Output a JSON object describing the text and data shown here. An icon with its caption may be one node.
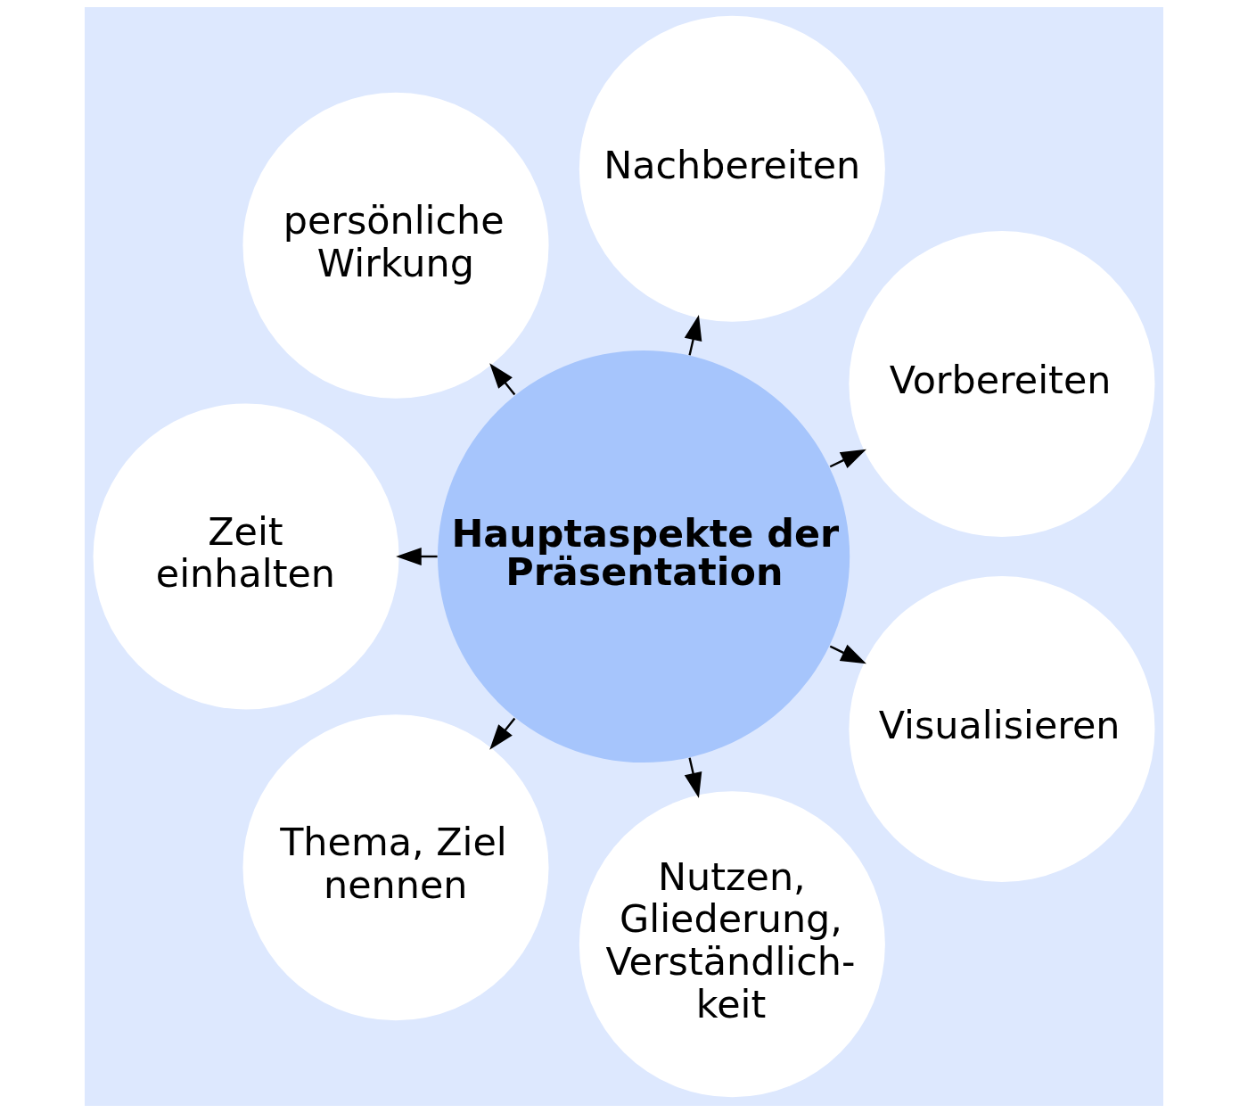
{
  "diagram": {
    "nodes": [
      {
        "text": [
          "Hauptaspekte der Präsentation"
        ]
      },
      {
        "text": [
          "Vorbereiten"
        ]
      },
      {
        "text": [
          "Nachbereiten"
        ]
      },
      {
        "text": [
          "persönliche Wirkung"
        ]
      },
      {
        "text": [
          "Zeit einhalten"
        ]
      },
      {
        "text": [
          "Thema, Ziel nennen"
        ]
      },
      {
        "text": [
          "Nutzen, Gliederung, Verständlich- keit"
        ]
      },
      {
        "text": [
          "Visualisieren"
        ]
      }
    ],
    "edges": [
      {
        "from": 0,
        "to": 1,
        "arrow": "to"
      },
      {
        "from": 0,
        "to": 2,
        "arrow": "to"
      },
      {
        "from": 0,
        "to": 3,
        "arrow": "to"
      },
      {
        "from": 0,
        "to": 4,
        "arrow": "to"
      },
      {
        "from": 0,
        "to": 5,
        "arrow": "to"
      },
      {
        "from": 0,
        "to": 6,
        "arrow": "to"
      },
      {
        "from": 0,
        "to": 7,
        "arrow": "to"
      }
    ]
  }
}
